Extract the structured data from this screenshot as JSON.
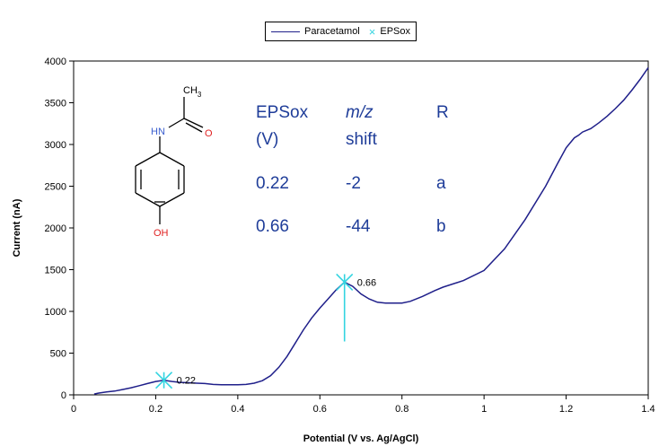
{
  "legend": {
    "series_label": "Paracetamol",
    "marker_label": "EPSox",
    "marker_symbol": "×"
  },
  "colors": {
    "series": "#1f1f8a",
    "marker": "#33d4e0",
    "table_text": "#1f3d99",
    "oxygen": "#e02020",
    "nitrogen": "#3b5fcf"
  },
  "structure": {
    "methyl": "CH",
    "methyl_sub": "3",
    "nh": "HN",
    "o": "O",
    "oh": "OH"
  },
  "table": {
    "headers": [
      "EPSox",
      "m/z",
      "R"
    ],
    "subheaders": [
      "(V)",
      "shift",
      ""
    ],
    "rows": [
      [
        "0.22",
        "-2",
        "a"
      ],
      [
        "0.66",
        "-44",
        "b"
      ]
    ]
  },
  "chart_data": {
    "type": "line",
    "xlabel": "Potential (V vs. Ag/AgCl)",
    "ylabel": "Current (nA)",
    "xlim": [
      0,
      1.4
    ],
    "ylim": [
      0,
      4000
    ],
    "xticks": [
      "0",
      "0.2",
      "0.4",
      "0.6",
      "0.8",
      "1",
      "1.2",
      "1.4"
    ],
    "yticks": [
      "0",
      "500",
      "1000",
      "1500",
      "2000",
      "2500",
      "3000",
      "3500",
      "4000"
    ],
    "series": [
      {
        "name": "Paracetamol",
        "x": [
          0.05,
          0.06,
          0.08,
          0.1,
          0.12,
          0.14,
          0.16,
          0.18,
          0.2,
          0.22,
          0.24,
          0.26,
          0.28,
          0.3,
          0.32,
          0.34,
          0.36,
          0.38,
          0.4,
          0.42,
          0.44,
          0.46,
          0.48,
          0.5,
          0.52,
          0.54,
          0.56,
          0.58,
          0.6,
          0.62,
          0.64,
          0.66,
          0.68,
          0.7,
          0.72,
          0.74,
          0.76,
          0.78,
          0.8,
          0.82,
          0.85,
          0.88,
          0.9,
          0.95,
          1.0,
          1.05,
          1.1,
          1.15,
          1.18,
          1.2,
          1.22,
          1.23,
          1.24,
          1.26,
          1.28,
          1.3,
          1.32,
          1.34,
          1.36,
          1.38,
          1.4
        ],
        "y": [
          10,
          20,
          35,
          45,
          65,
          85,
          110,
          135,
          160,
          175,
          160,
          150,
          145,
          140,
          135,
          125,
          120,
          120,
          120,
          125,
          140,
          170,
          230,
          330,
          460,
          620,
          780,
          920,
          1040,
          1150,
          1260,
          1350,
          1300,
          1210,
          1150,
          1110,
          1100,
          1100,
          1100,
          1120,
          1180,
          1250,
          1290,
          1370,
          1490,
          1750,
          2100,
          2500,
          2780,
          2960,
          3080,
          3110,
          3150,
          3190,
          3260,
          3340,
          3430,
          3530,
          3650,
          3780,
          3920
        ]
      }
    ],
    "markers": [
      {
        "x": 0.22,
        "y": 175,
        "label": "0.22"
      },
      {
        "x": 0.66,
        "y": 1350,
        "label": "0.66"
      }
    ]
  }
}
